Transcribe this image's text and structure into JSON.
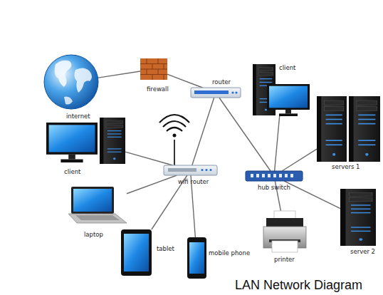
{
  "diagram": {
    "title": "LAN Network Diagram",
    "nodes": [
      {
        "text": [
          "internet"
        ]
      },
      {
        "text": [
          "firewall"
        ]
      },
      {
        "text": [
          "router"
        ]
      },
      {
        "text": [
          "client"
        ]
      },
      {
        "text": [
          "servers 1"
        ]
      },
      {
        "text": [
          "wifi router"
        ]
      },
      {
        "text": [
          "client"
        ]
      },
      {
        "text": [
          "hub switch"
        ]
      },
      {
        "text": [
          "laptop"
        ]
      },
      {
        "text": [
          "tablet"
        ]
      },
      {
        "text": [
          "mobile phone"
        ]
      },
      {
        "text": [
          "printer"
        ]
      },
      {
        "text": [
          "server 2"
        ]
      }
    ],
    "edges": [
      {
        "from": 0,
        "to": 1,
        "arrow": "none"
      },
      {
        "from": 1,
        "to": 2,
        "arrow": "none"
      },
      {
        "from": 2,
        "to": 5,
        "arrow": "none"
      },
      {
        "from": 2,
        "to": 7,
        "arrow": "none"
      },
      {
        "from": 3,
        "to": 7,
        "arrow": "none"
      },
      {
        "from": 4,
        "to": 7,
        "arrow": "none"
      },
      {
        "from": 7,
        "to": 11,
        "arrow": "none"
      },
      {
        "from": 7,
        "to": 12,
        "arrow": "none"
      },
      {
        "from": 5,
        "to": 6,
        "arrow": "none"
      },
      {
        "from": 5,
        "to": 8,
        "arrow": "none"
      },
      {
        "from": 5,
        "to": 9,
        "arrow": "none"
      },
      {
        "from": 5,
        "to": 10,
        "arrow": "none"
      }
    ]
  }
}
